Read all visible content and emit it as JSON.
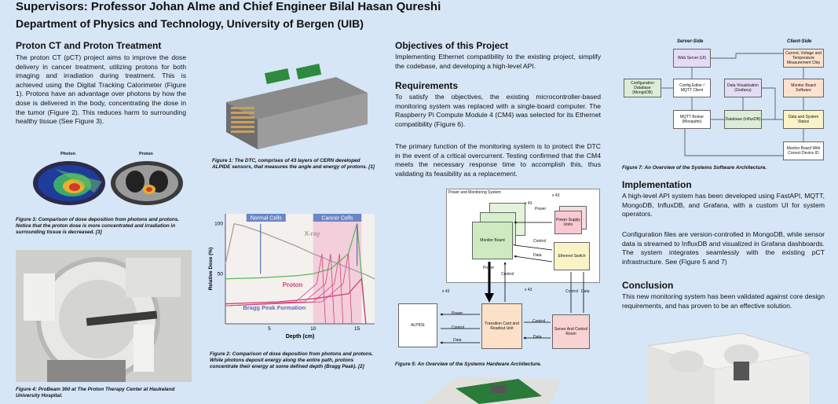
{
  "header": {
    "supervisors": "Supervisors: Professor Johan Alme and Chief Engineer Bilal Hasan Qureshi",
    "department": "Department of Physics and Technology, University of Bergen (UIB)"
  },
  "proton": {
    "title": "Proton CT and Proton Treatment",
    "body": "The proton CT (pCT) project aims to improve the dose delivery in cancer treatment, utilizing protons for both imaging and irradiation during treatment. This is achieved using the Digital Tracking Calorimeter (Figure 1). Protons have an advantage over photons by how the dose is delivered in the body, concentrating the dose in the tumor (Figure 2). This reduces harm to surrounding healthy tissue (See Figure 3)."
  },
  "fig3": {
    "photon_label": "Photon",
    "proton_label": "Proton",
    "caption": "Figure 3: Comparison of dose deposition from photons and protons. Notice that the proton dose is more concentrated and irradiation in surrounding tissue is decreased. [3]"
  },
  "fig4": {
    "caption": "Figure 4: ProBeam 360 at The Proton Therapy Center at Haukeland University Hospital."
  },
  "fig1": {
    "caption": "Figure 1: The DTC, comprises of 43 layers of CERN developed ALPIDE sensors, that measures the angle and energy of protons. [1]"
  },
  "fig2": {
    "caption": "Figure 2: Comparison of dose deposition from photons and protons. While photons deposit energy along the entire path, protons concentrate their energy at some defined depth (Bragg Peak). [2]"
  },
  "chart_data": {
    "type": "line",
    "xlabel": "Depth (cm)",
    "ylabel": "Relative Dose (%)",
    "x_ticks": [
      "5",
      "10",
      "15"
    ],
    "y_ticks": [
      "50",
      "100"
    ],
    "xlim": [
      0,
      17
    ],
    "ylim": [
      0,
      110
    ],
    "regions": [
      {
        "label": "Normal Cells",
        "from": 1.5,
        "to": 9.5
      },
      {
        "label": "Cancer Cells",
        "from": 10,
        "to": 15.5
      }
    ],
    "series": [
      {
        "name": "X-ray",
        "x": [
          0,
          1,
          2,
          4,
          6,
          8,
          10,
          12,
          14,
          16,
          17
        ],
        "y": [
          60,
          100,
          98,
          92,
          85,
          78,
          70,
          63,
          56,
          49,
          45
        ]
      },
      {
        "name": "Proton",
        "x": [
          0,
          4,
          8,
          10,
          12,
          14,
          15,
          15.4,
          16
        ],
        "y": [
          45,
          46,
          48,
          50,
          55,
          70,
          100,
          60,
          0
        ]
      },
      {
        "name": "Bragg Peak Formation",
        "x": [
          0,
          6,
          10,
          14,
          15.5,
          16
        ],
        "y": [
          20,
          22,
          25,
          30,
          45,
          0
        ]
      }
    ]
  },
  "objectives": {
    "title": "Objectives of this Project",
    "body": "Implementing Ethernet compatibility to the existing project, simplify the codebase, and developing a high-level API."
  },
  "requirements": {
    "title": "Requirements",
    "body1": "To satisfy the objectives, the existing microcontroller-based monitoring system was replaced with a single-board computer. The Raspberry Pi Compute Module 4 (CM4) was selected for its Ethernet compatibility (Figure 6).",
    "body2": "The primary function of the monitoring system is to protect the DTC in the event of a critical overcurrent. Testing confirmed that the CM4 meets the necessary response time to accomplish this, thus validating its feasibility as a replacement."
  },
  "fig5": {
    "title": "Power and Monitoring System",
    "x43": "x 43",
    "monitor_board": "Monitor Board",
    "power": "Power",
    "psu": "Power Supply Units",
    "control": "Control",
    "data": "Data",
    "ethernet": "Ethernet Switch",
    "alpide": "ALPIDE",
    "transition": "Transition Card and Readout Unit",
    "server": "Server And Control Room",
    "caption": "Figure 5: An Overview of the Systems Hardware Architecture."
  },
  "fig7": {
    "server_side": "Server-Side",
    "client_side": "Client-Side",
    "web_server": "Web Server (UI)",
    "config_db": "Configuration Database (MongoDB)",
    "config_editor": "Config Editor / MQTT Client",
    "data_viz": "Data Visualization (Grafana)",
    "monitor_sw": "Monitor Board Software",
    "sensor": "Current, Voltage and Temperature Measurement Chip",
    "mqtt": "MQTT Broker (Mosquitto)",
    "influx": "Database (InfluxDB)",
    "data_status": "Data and System Status",
    "device_id": "Monitor Board With Correct Device ID",
    "caption": "Figure 7: An Overview of the Systems Software Architecture."
  },
  "implementation": {
    "title": "Implementation",
    "body1": "A high-level API system has been developed using FastAPI, MQTT, MongoDB, InfluxDB, and Grafana, with a custom UI for system operators.",
    "body2": "Configuration files are version-controlled in MongoDB, while sensor data is streamed to InfluxDB and visualized in Grafana dashboards. The system integrates seamlessly with the existing pCT infrastructure. See (Figure 5 and 7)"
  },
  "conclusion": {
    "title": "Conclusion",
    "body": "This new monitoring system has been validated against core design requirements, and has proven to be an effective solution."
  }
}
